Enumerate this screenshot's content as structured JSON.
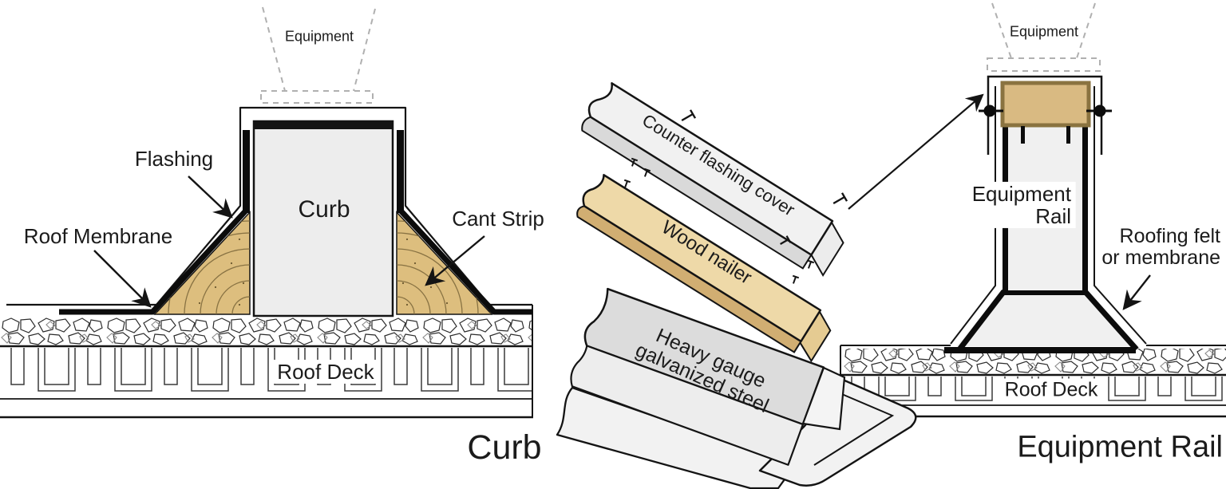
{
  "left_diagram": {
    "labels": {
      "equipment": "Equipment",
      "flashing": "Flashing",
      "roof_membrane": "Roof Membrane",
      "curb": "Curb",
      "cant_strip": "Cant Strip",
      "roof_deck": "Roof Deck"
    },
    "title": "Curb"
  },
  "detail": {
    "counter_flashing_cover": "Counter flashing cover",
    "wood_nailer": "Wood nailer",
    "heavy_gauge_line1": "Heavy gauge",
    "heavy_gauge_line2": "galvanized steel"
  },
  "right_diagram": {
    "labels": {
      "equipment": "Equipment",
      "rail_line1": "Equipment",
      "rail_line2": "Rail",
      "felt_line1": "Roofing felt",
      "felt_line2": "or membrane",
      "roof_deck": "Roof Deck"
    },
    "title": "Equipment Rail"
  },
  "colors": {
    "line": "#141414",
    "dashed": "#b0b0b0",
    "wood_fill": "#ddbe7e",
    "wood_grain": "#7a6639",
    "nailer_top": "#eed9a8",
    "nailer_side": "#d1ae72",
    "nailer_border": "#8a7340",
    "steel_light": "#f1f1f1",
    "steel_mid": "#dcdcdc",
    "curb_fill": "#ededed"
  }
}
